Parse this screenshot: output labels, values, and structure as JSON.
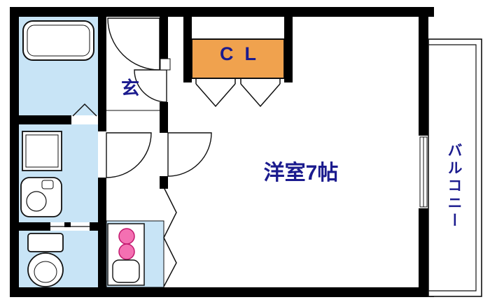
{
  "floorplan": {
    "labels": {
      "entrance": "玄",
      "closet": "CL",
      "main_room": "洋室7帖",
      "balcony": "バルコニー"
    },
    "colors": {
      "wall": "#000000",
      "outline": "#111111",
      "wet_area_floor": "#c8e4f6",
      "closet_fill": "#f0a24e",
      "burner_fill": "#f470b2",
      "burner_stroke": "#c2186e",
      "label_text": "#1b1b8e"
    }
  }
}
